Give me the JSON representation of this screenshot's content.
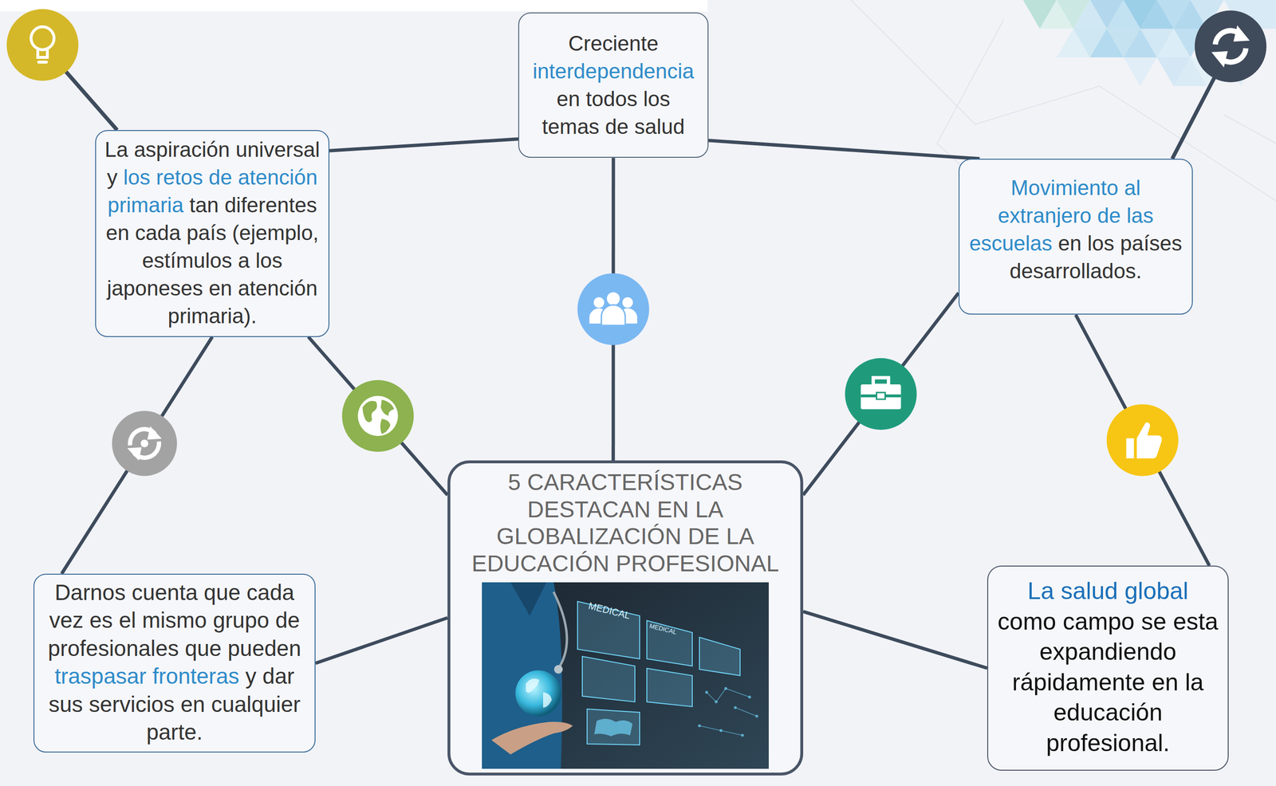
{
  "diagram": {
    "nodes": [
      {
        "text": [
          "Creciente interdependencia en todos los temas de salud"
        ]
      },
      {
        "text": [
          "La aspiración universal y los retos de atención primaria tan diferentes en cada país (ejemplo, estímulos a los japoneses en atención primaria)."
        ]
      },
      {
        "text": [
          "Movimiento al extranjero de las escuelas en los países desarrollados."
        ]
      },
      {
        "text": [
          "5 CARACTERÍSTICAS DESTACAN EN LA GLOBALIZACIÓN DE LA EDUCACIÓN PROFESIONAL"
        ]
      },
      {
        "text": [
          "Darnos cuenta que cada vez es el mismo grupo de profesionales que pueden traspasar fronteras y dar sus servicios en cualquier parte."
        ]
      },
      {
        "text": [
          "La salud global como campo se esta expandiendo rápidamente en la educación profesional."
        ]
      }
    ],
    "edges": [
      {
        "from": 0,
        "to": 1,
        "arrow": "none"
      },
      {
        "from": 0,
        "to": 2,
        "arrow": "none"
      },
      {
        "from": 0,
        "to": 3,
        "arrow": "none"
      },
      {
        "from": 1,
        "to": 3,
        "arrow": "none"
      },
      {
        "from": 2,
        "to": 3,
        "arrow": "none"
      },
      {
        "from": 1,
        "to": 4,
        "arrow": "none"
      },
      {
        "from": 2,
        "to": 5,
        "arrow": "none"
      },
      {
        "from": 3,
        "to": 4,
        "arrow": "none"
      },
      {
        "from": 3,
        "to": 5,
        "arrow": "none"
      }
    ],
    "labels": [
      "MEDICAL",
      "MEDICAL"
    ]
  }
}
